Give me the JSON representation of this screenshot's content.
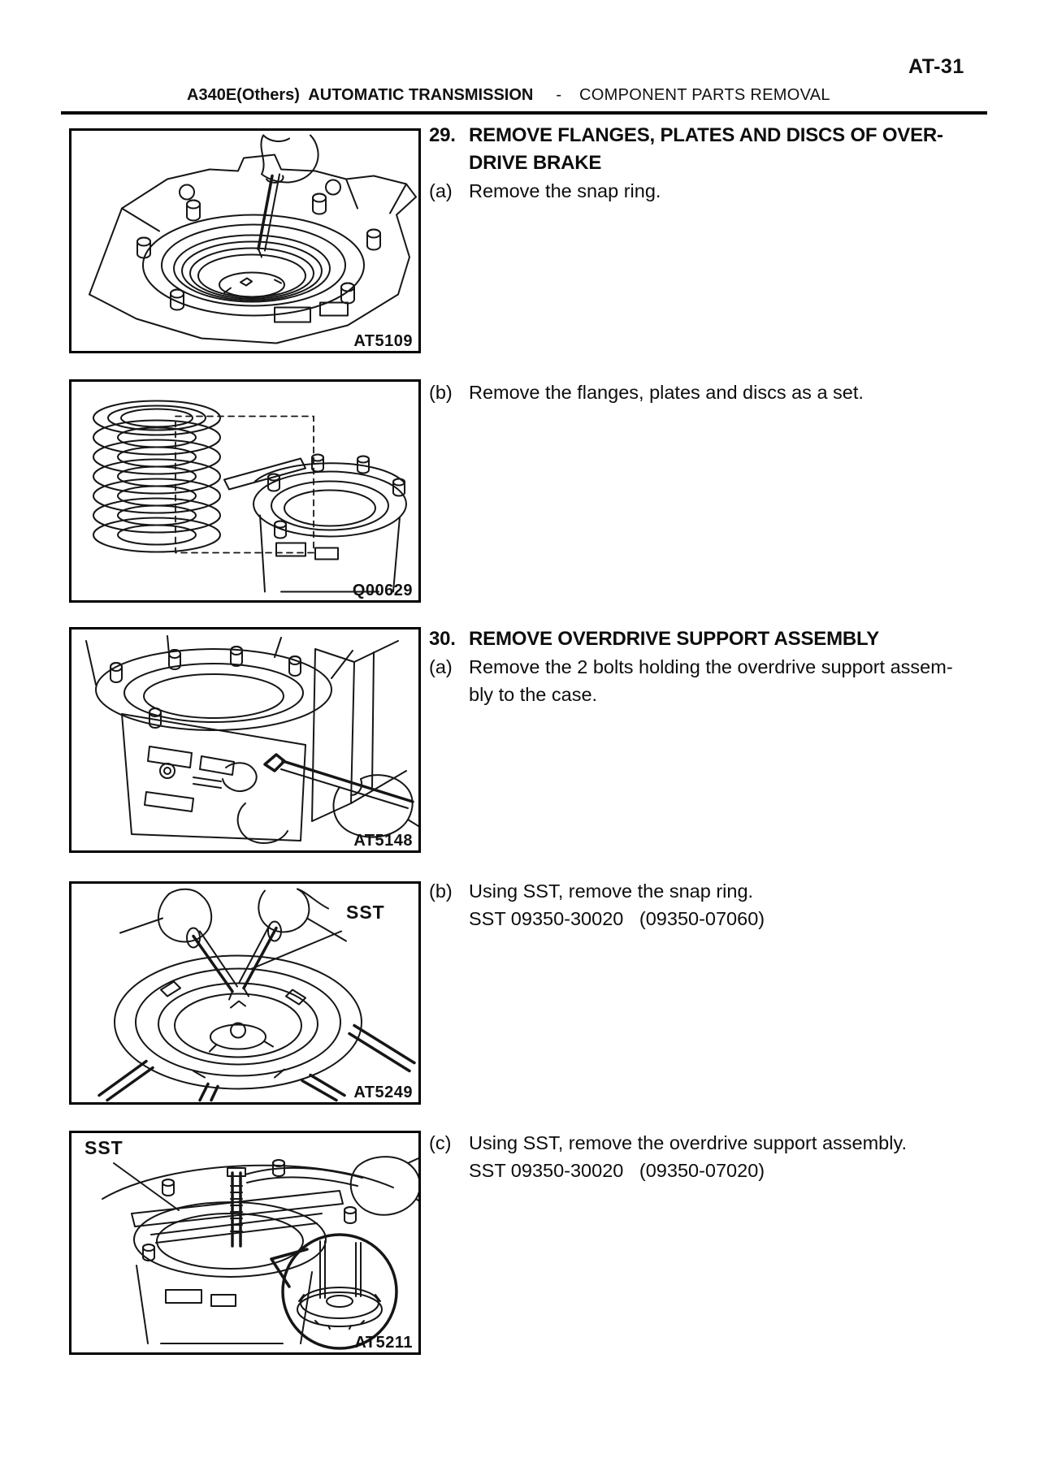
{
  "page": {
    "number": "AT-31"
  },
  "header": {
    "bold": "A340E(Others)  AUTOMATIC TRANSMISSION",
    "separator": "-",
    "regular": "COMPONENT PARTS REMOVAL"
  },
  "sec29": {
    "num": "29.",
    "title1": "REMOVE FLANGES, PLATES AND DISCS OF OVER-",
    "title2": "DRIVE BRAKE",
    "a_label": "(a)",
    "a_text": "Remove the snap ring.",
    "b_label": "(b)",
    "b_text": "Remove the flanges, plates and discs as a set."
  },
  "sec30": {
    "num": "30.",
    "title": "REMOVE OVERDRIVE SUPPORT ASSEMBLY",
    "a_label": "(a)",
    "a_text1": "Remove the 2 bolts holding the overdrive support assem-",
    "a_text2": "bly to the case.",
    "b_label": "(b)",
    "b_text": "Using SST, remove the snap ring.",
    "b_sst": "SST 09350-30020   (09350-07060)",
    "c_label": "(c)",
    "c_text": "Using SST, remove the overdrive support assembly.",
    "c_sst": "SST 09350-30020   (09350-07020)"
  },
  "figures": [
    {
      "code": "AT5109"
    },
    {
      "code": "Q00629"
    },
    {
      "code": "AT5148"
    },
    {
      "code": "AT5249",
      "annotation": "SST"
    },
    {
      "code": "AT5211",
      "annotation": "SST"
    }
  ]
}
